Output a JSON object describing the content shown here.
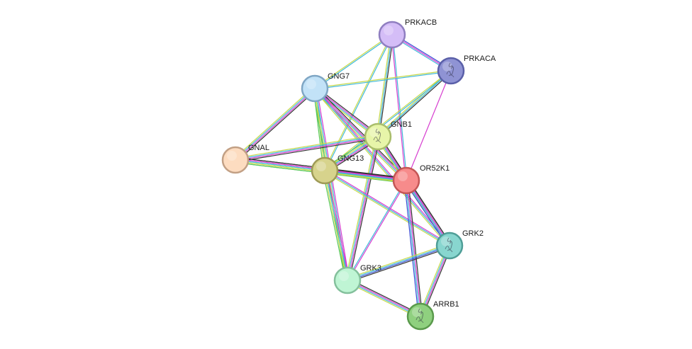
{
  "network": {
    "nodes": [
      {
        "id": "PRKACB",
        "label": "PRKACB",
        "color": "#d4bdf7",
        "stroke": "#8f7ec0",
        "structure": false
      },
      {
        "id": "PRKACA",
        "label": "PRKACA",
        "color": "#8f93d4",
        "stroke": "#5a5fa8",
        "structure": true
      },
      {
        "id": "GNG7",
        "label": "GNG7",
        "color": "#c2e2f7",
        "stroke": "#7fa6c4",
        "structure": false
      },
      {
        "id": "GNB1",
        "label": "GNB1",
        "color": "#e7f5a9",
        "stroke": "#a9bd6b",
        "structure": true
      },
      {
        "id": "GNAL",
        "label": "GNAL",
        "color": "#fddcc0",
        "stroke": "#c2a085",
        "structure": false
      },
      {
        "id": "GNG13",
        "label": "GNG13",
        "color": "#d7d38c",
        "stroke": "#9e9a56",
        "structure": false
      },
      {
        "id": "OR52K1",
        "label": "OR52K1",
        "color": "#f78b8b",
        "stroke": "#c45656",
        "structure": false
      },
      {
        "id": "GRK2",
        "label": "GRK2",
        "color": "#88d6cf",
        "stroke": "#4f9e97",
        "structure": true
      },
      {
        "id": "GRK3",
        "label": "GRK3",
        "color": "#bff5d4",
        "stroke": "#84c09c",
        "structure": false
      },
      {
        "id": "ARRB1",
        "label": "ARRB1",
        "color": "#8fd07f",
        "stroke": "#5a9a4c",
        "structure": true
      }
    ],
    "edges": [
      {
        "from": "PRKACB",
        "to": "PRKACA",
        "types": [
          "blue",
          "magenta",
          "cyan"
        ]
      },
      {
        "from": "PRKACB",
        "to": "GNG7",
        "types": [
          "cyan",
          "yellow"
        ]
      },
      {
        "from": "PRKACB",
        "to": "GNB1",
        "types": [
          "black",
          "cyan",
          "yellow"
        ]
      },
      {
        "from": "PRKACB",
        "to": "GNG13",
        "types": [
          "cyan",
          "yellow"
        ]
      },
      {
        "from": "PRKACB",
        "to": "OR52K1",
        "types": [
          "cyan",
          "magenta"
        ]
      },
      {
        "from": "PRKACA",
        "to": "GNG7",
        "types": [
          "cyan",
          "yellow"
        ]
      },
      {
        "from": "PRKACA",
        "to": "GNB1",
        "types": [
          "black",
          "cyan",
          "yellow"
        ]
      },
      {
        "from": "PRKACA",
        "to": "GNG13",
        "types": [
          "cyan",
          "yellow"
        ]
      },
      {
        "from": "PRKACA",
        "to": "OR52K1",
        "types": [
          "magenta"
        ]
      },
      {
        "from": "GNG7",
        "to": "GNB1",
        "types": [
          "black",
          "magenta",
          "cyan",
          "yellow"
        ]
      },
      {
        "from": "GNG7",
        "to": "GNAL",
        "types": [
          "black",
          "magenta",
          "cyan",
          "yellow"
        ]
      },
      {
        "from": "GNG7",
        "to": "GNG13",
        "types": [
          "cyan",
          "yellow",
          "green"
        ]
      },
      {
        "from": "GNG7",
        "to": "OR52K1",
        "types": [
          "black",
          "magenta",
          "cyan",
          "yellow"
        ]
      },
      {
        "from": "GNG7",
        "to": "GRK2",
        "types": [
          "magenta",
          "cyan",
          "yellow"
        ]
      },
      {
        "from": "GNG7",
        "to": "GRK3",
        "types": [
          "magenta",
          "cyan",
          "yellow",
          "green"
        ]
      },
      {
        "from": "GNB1",
        "to": "GNAL",
        "types": [
          "black",
          "magenta",
          "cyan",
          "yellow"
        ]
      },
      {
        "from": "GNB1",
        "to": "GNG13",
        "types": [
          "black",
          "magenta",
          "cyan",
          "yellow",
          "green"
        ]
      },
      {
        "from": "GNB1",
        "to": "OR52K1",
        "types": [
          "black",
          "magenta",
          "cyan",
          "yellow"
        ]
      },
      {
        "from": "GNB1",
        "to": "GRK2",
        "types": [
          "black",
          "magenta",
          "cyan",
          "yellow"
        ]
      },
      {
        "from": "GNB1",
        "to": "GRK3",
        "types": [
          "black",
          "magenta",
          "cyan",
          "yellow"
        ]
      },
      {
        "from": "GNAL",
        "to": "GNG13",
        "types": [
          "black",
          "magenta",
          "cyan",
          "yellow",
          "green"
        ]
      },
      {
        "from": "GNAL",
        "to": "OR52K1",
        "types": [
          "black",
          "magenta",
          "cyan",
          "yellow",
          "green"
        ]
      },
      {
        "from": "GNG13",
        "to": "OR52K1",
        "types": [
          "black",
          "magenta",
          "cyan",
          "yellow"
        ]
      },
      {
        "from": "GNG13",
        "to": "GRK2",
        "types": [
          "magenta",
          "cyan",
          "yellow"
        ]
      },
      {
        "from": "GNG13",
        "to": "GRK3",
        "types": [
          "magenta",
          "cyan",
          "yellow",
          "green"
        ]
      },
      {
        "from": "OR52K1",
        "to": "GRK2",
        "types": [
          "black",
          "magenta",
          "cyan",
          "blue"
        ]
      },
      {
        "from": "OR52K1",
        "to": "GRK3",
        "types": [
          "magenta",
          "cyan"
        ]
      },
      {
        "from": "OR52K1",
        "to": "ARRB1",
        "types": [
          "black",
          "magenta",
          "cyan",
          "blue"
        ]
      },
      {
        "from": "GRK2",
        "to": "GRK3",
        "types": [
          "black",
          "blue",
          "cyan",
          "yellow"
        ]
      },
      {
        "from": "GRK2",
        "to": "ARRB1",
        "types": [
          "black",
          "magenta",
          "cyan",
          "yellow"
        ]
      },
      {
        "from": "GRK3",
        "to": "ARRB1",
        "types": [
          "black",
          "magenta",
          "cyan",
          "yellow"
        ]
      }
    ],
    "edge_colors": {
      "black": "#333333",
      "magenta": "#d63ccf",
      "cyan": "#3fb8d9",
      "yellow": "#c8d84a",
      "green": "#5ac85a",
      "blue": "#3a4fd4"
    }
  }
}
